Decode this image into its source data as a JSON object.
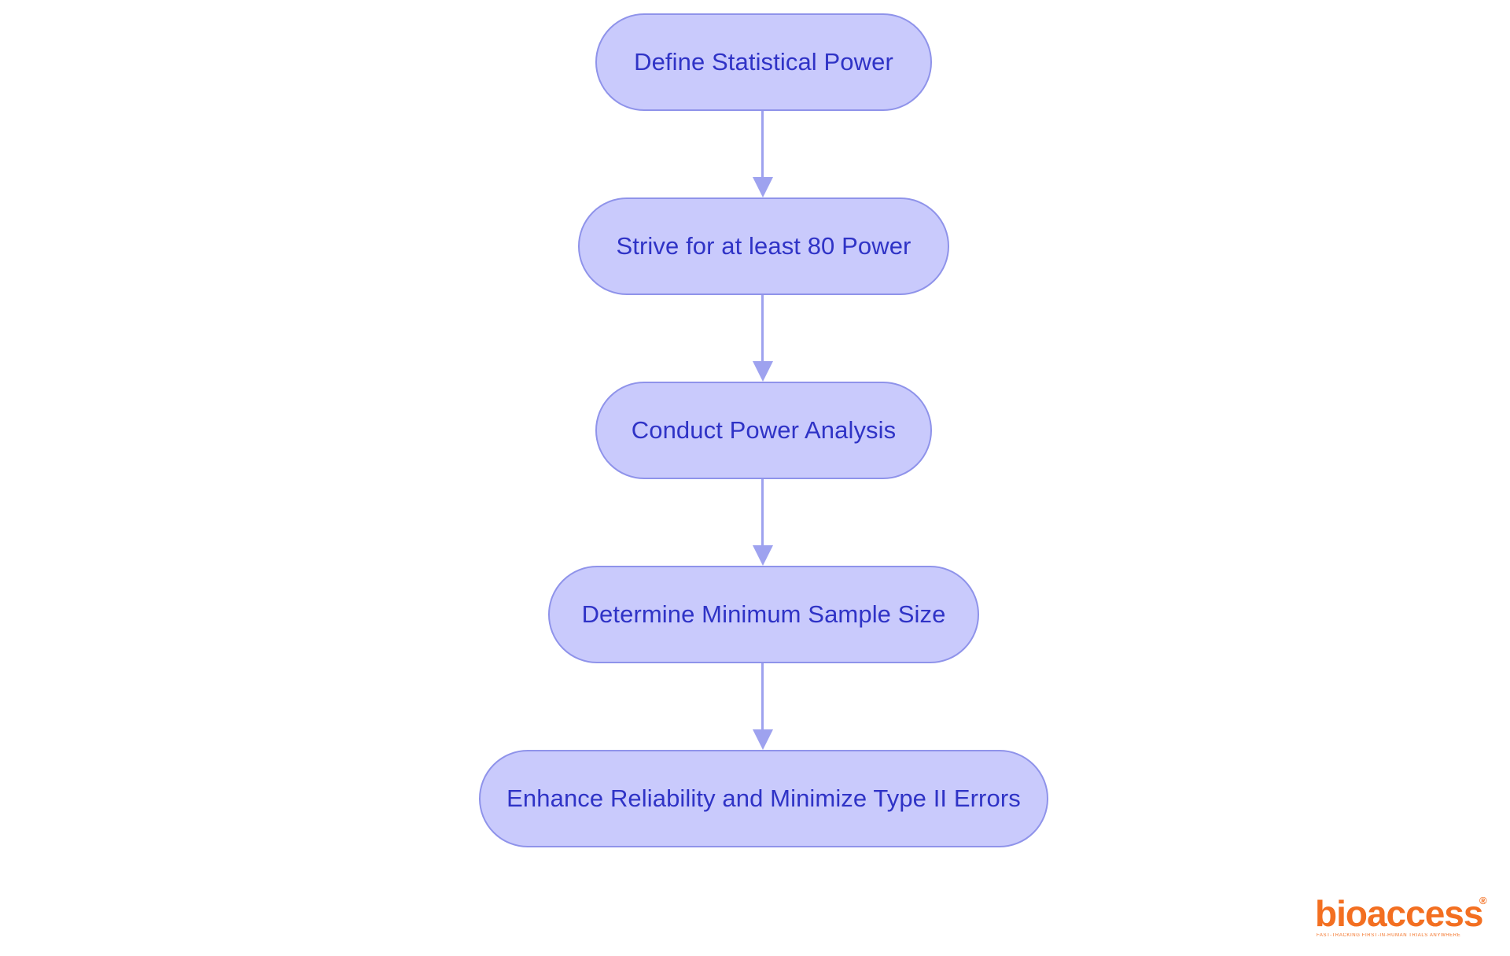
{
  "diagram": {
    "nodes": [
      {
        "label": "Define Statistical Power"
      },
      {
        "label": "Strive for at least 80 Power"
      },
      {
        "label": "Conduct Power Analysis"
      },
      {
        "label": "Determine Minimum Sample Size"
      },
      {
        "label": "Enhance Reliability and Minimize Type II Errors"
      }
    ]
  },
  "branding": {
    "logo_text": "bioaccess",
    "registered_mark": "®",
    "tagline": "FAST-TRACKING FIRST-IN-HUMAN TRIALS ANYWHERE"
  },
  "colors": {
    "node_fill": "#c9cafc",
    "node_border": "#8f93ea",
    "node_text": "#2f33c6",
    "connector": "#9ea2ef",
    "logo": "#f36f21"
  }
}
